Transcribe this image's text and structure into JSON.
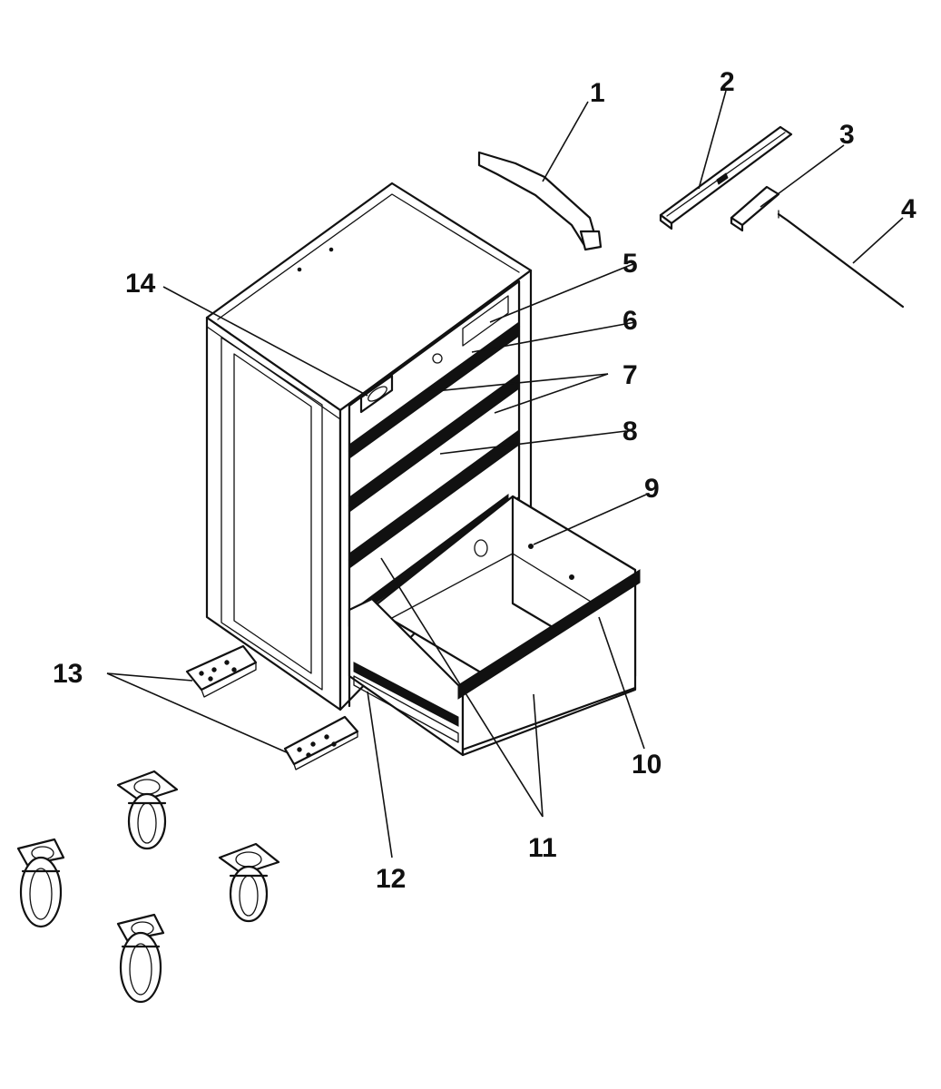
{
  "diagram": {
    "callouts": {
      "c1": "1",
      "c2": "2",
      "c3": "3",
      "c4": "4",
      "c5": "5",
      "c6": "6",
      "c7": "7",
      "c8": "8",
      "c9": "9",
      "c10": "10",
      "c11": "11",
      "c12": "12",
      "c13": "13",
      "c14": "14"
    },
    "casters_count": 4
  }
}
